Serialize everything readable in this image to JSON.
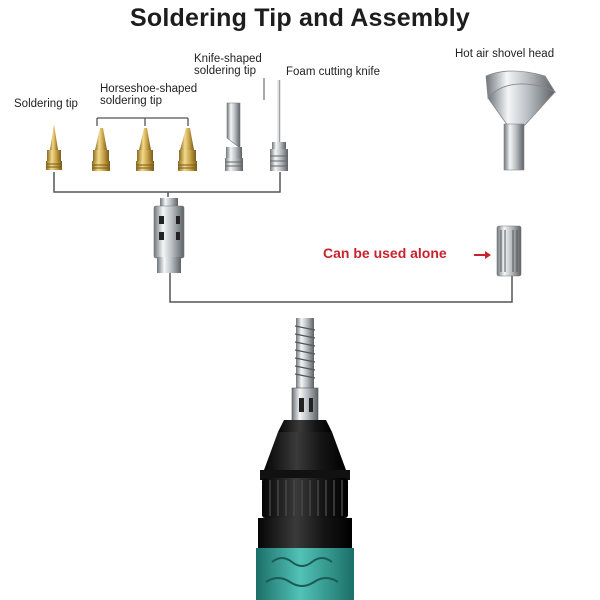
{
  "title": "Soldering Tip and Assembly",
  "labels": {
    "soldering_tip": "Soldering tip",
    "horseshoe_line1": "Horseshoe-shaped",
    "horseshoe_line2": "soldering tip",
    "knife_line1": "Knife-shaped",
    "knife_line2": "soldering tip",
    "foam_knife": "Foam cutting knife",
    "hot_air": "Hot air shovel head",
    "can_be_used_alone": "Can be used alone"
  },
  "colors": {
    "brass": "#c9a44a",
    "chrome": "#c8ccd0",
    "accent_red": "#c8232c",
    "handle_teal": "#2fa39a",
    "connector_line": "#555555"
  }
}
